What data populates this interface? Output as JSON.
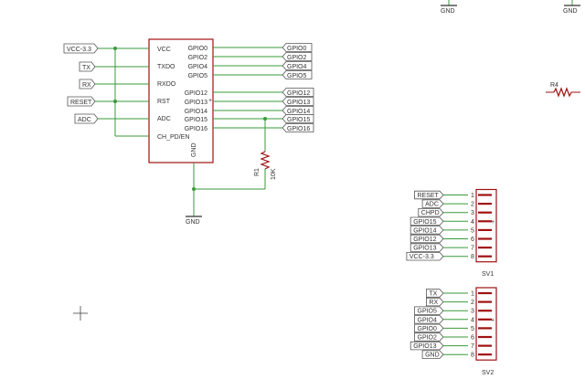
{
  "u1": {
    "left_pins": [
      "VCC",
      "TXDO",
      "RXDO",
      "RST",
      "ADC",
      "CH_PD/EN"
    ],
    "right_pins": [
      "GPIO0",
      "GPIO2",
      "GPIO4",
      "GPIO5",
      "GPIO12",
      "GPIO13",
      "GPIO14",
      "GPIO15",
      "GPIO16"
    ],
    "gnd_pin": "GND"
  },
  "left_labels": [
    "VCC-3.3",
    "TX",
    "RX",
    "RESET",
    "ADC"
  ],
  "right_labels": [
    "GPIO0",
    "GPIO2",
    "GPIO4",
    "GPIO5",
    "GPIO12",
    "GPIO13",
    "GPIO14",
    "GPIO15",
    "GPIO16"
  ],
  "r1": {
    "name": "R1",
    "value": "10K"
  },
  "r4": {
    "name": "R4"
  },
  "gnd_symbols": [
    "GND",
    "GND",
    "GND"
  ],
  "sv1": {
    "name": "SV1",
    "labels": [
      "RESET",
      "ADC",
      "CHPD",
      "GPIO15",
      "GPIO14",
      "GPIO12",
      "GPIO13",
      "VCC-3.3"
    ],
    "pins": [
      "1",
      "2",
      "3",
      "4",
      "5",
      "6",
      "7",
      "8"
    ]
  },
  "sv2": {
    "name": "SV2",
    "labels": [
      "TX",
      "RX",
      "GPIO5",
      "GPIO4",
      "GPIO0",
      "GPIO2",
      "GPIO13",
      "GND"
    ],
    "pins": [
      "1",
      "2",
      "3",
      "4",
      "5",
      "6",
      "7",
      "8"
    ]
  },
  "colors": {
    "wire": "#3a9a3a",
    "component": "#a01010",
    "background": "#ffffff"
  }
}
